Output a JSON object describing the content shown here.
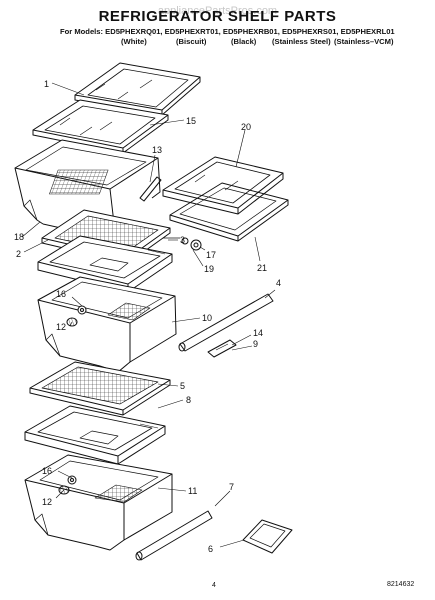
{
  "title": "REFRIGERATOR SHELF PARTS",
  "watermark": "appliancePartsPros.com",
  "models_line": "For Models: ED5PHEXRQ01, ED5PHEXRT01, ED5PHEXRB01, ED5PHEXRS01, ED5PHEXRL01",
  "colors": [
    "(White)",
    "(Biscuit)",
    "(Black)",
    "(Stainless Steel)",
    "(Stainless–VCM)"
  ],
  "callouts": [
    "1",
    "15",
    "20",
    "13",
    "18",
    "2",
    "3",
    "17",
    "19",
    "21",
    "4",
    "16",
    "12",
    "10",
    "14",
    "9",
    "5",
    "8",
    "16",
    "12",
    "11",
    "7",
    "6"
  ],
  "page_number": "4",
  "part_number": "8214632"
}
